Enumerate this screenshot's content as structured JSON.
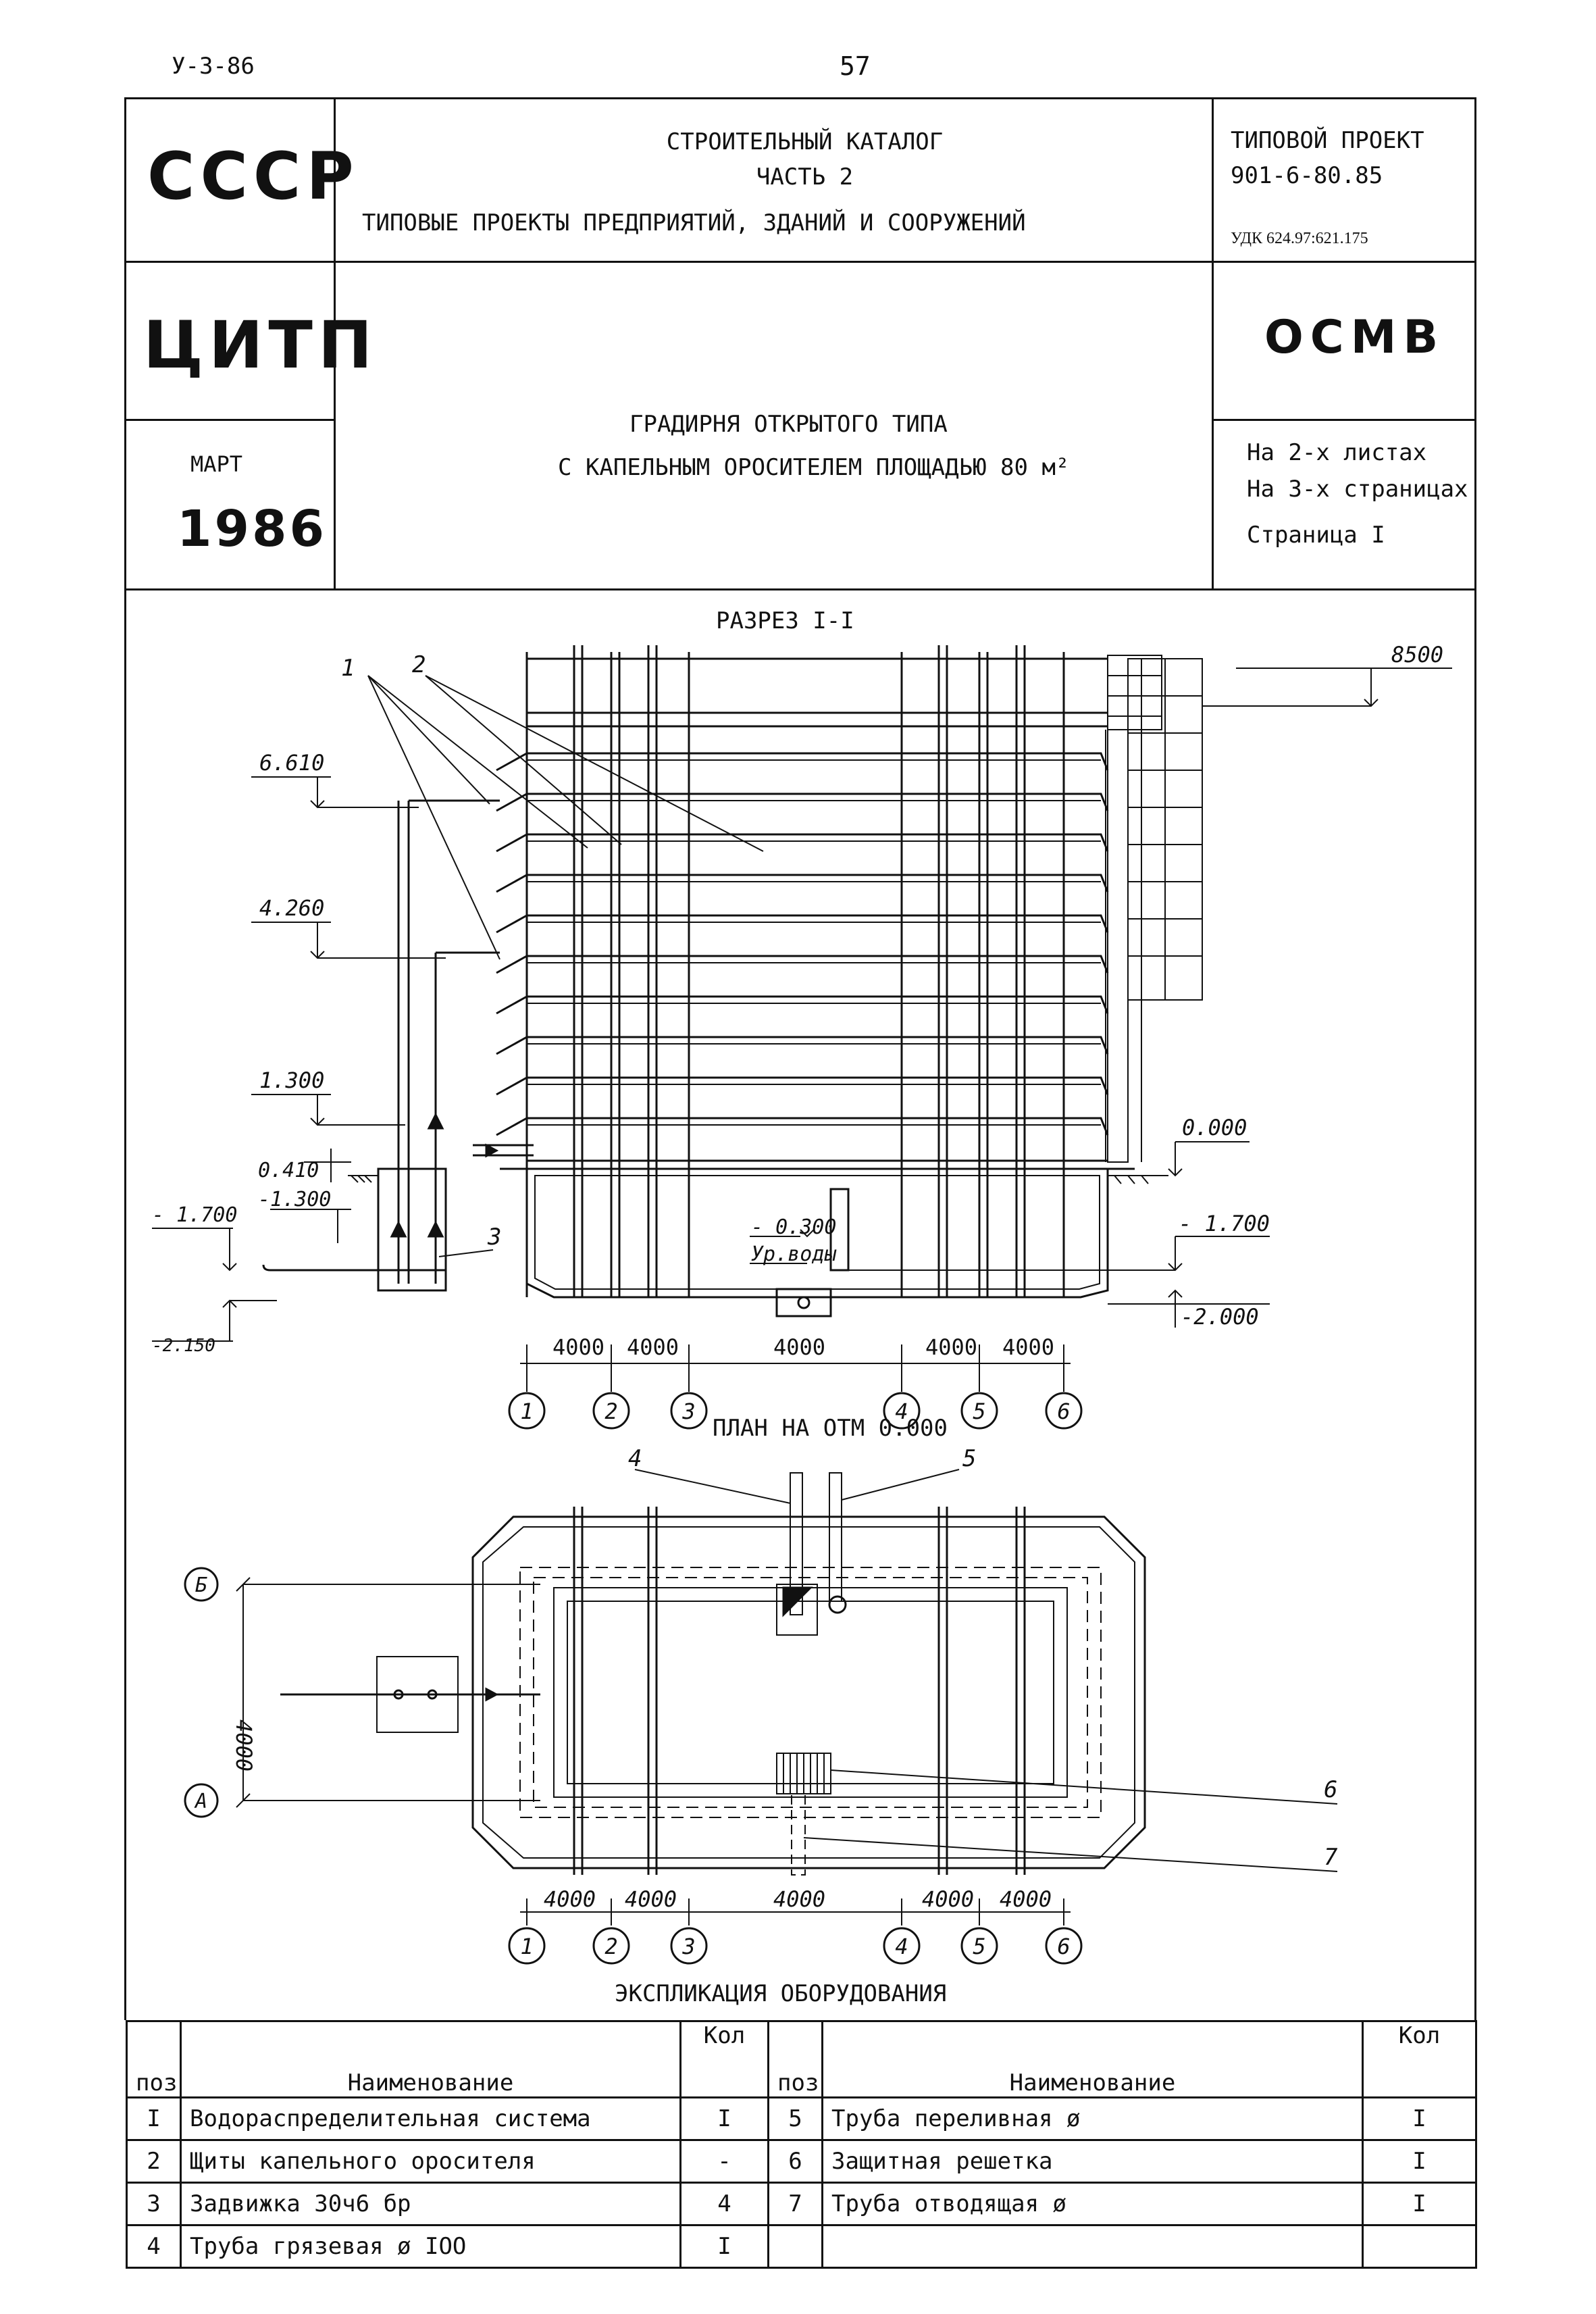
{
  "header": {
    "left_code": "У-3-86",
    "page_number": "57"
  },
  "title_block": {
    "org1": "СССР",
    "catalog_line1": "СТРОИТЕЛЬНЫЙ КАТАЛОГ",
    "catalog_line2": "ЧАСТЬ 2",
    "catalog_line3": "ТИПОВЫЕ ПРОЕКТЫ ПРЕДПРИЯТИЙ, ЗДАНИЙ И СООРУЖЕНИЙ",
    "project_label": "ТИПОВОЙ ПРОЕКТ",
    "project_number": "901-6-80.85",
    "udk": "УДК 624.97:621.175",
    "org2": "ЦИТП",
    "code": "ОСМВ",
    "month": "МАРТ",
    "year": "1986",
    "name_line1": "ГРАДИРНЯ ОТКРЫТОГО ТИПА",
    "name_line2": "С КАПЕЛЬНЫМ ОРОСИТЕЛЕМ ПЛОЩАДЬЮ 80 м²",
    "sheets": "На 2-х листах",
    "pages": "На 3-х страницах",
    "page": "Страница I"
  },
  "section": {
    "title": "РАЗРЕЗ I-I",
    "elev_top": "8500",
    "elev_6610": "6.610",
    "elev_4260": "4.260",
    "elev_1300": "1.300",
    "elev_0410": "0.410",
    "elev_m1300": "-1.300",
    "elev_m1700_left": "- 1.700",
    "elev_m2150": "-2.150",
    "elev_0000": "0.000",
    "elev_m1700_right": "- 1.700",
    "elev_m2000": "-2.000",
    "water_level_value": "- 0.300",
    "water_level_label": "Ур.воды",
    "callouts": [
      "1",
      "2",
      "3"
    ],
    "spans": [
      "4000",
      "4000",
      "4000",
      "4000",
      "4000"
    ],
    "axes": [
      "1",
      "2",
      "3",
      "4",
      "5",
      "6"
    ]
  },
  "plan": {
    "title": "ПЛАН НА ОТМ   0.000",
    "callouts": [
      "4",
      "5",
      "6",
      "7"
    ],
    "axis_b": "Б",
    "axis_a": "А",
    "dim_vertical": "4000",
    "spans": [
      "4000",
      "4000",
      "4000",
      "4000",
      "4000"
    ],
    "axes": [
      "1",
      "2",
      "3",
      "4",
      "5",
      "6"
    ]
  },
  "equipment": {
    "title": "ЭКСПЛИКАЦИЯ  ОБОРУДОВАНИЯ",
    "headers": {
      "pos": "поз",
      "name": "Наименование",
      "qty": "Кол"
    },
    "left": [
      {
        "pos": "I",
        "name": "Водораспределительная система",
        "qty": "I"
      },
      {
        "pos": "2",
        "name": "Щиты капельного оросителя",
        "qty": "-"
      },
      {
        "pos": "3",
        "name": "Задвижка 30ч6 бр",
        "qty": "4"
      },
      {
        "pos": "4",
        "name": "Труба грязевая ø IOO",
        "qty": "I"
      }
    ],
    "right": [
      {
        "pos": "5",
        "name": "Труба переливная ø",
        "qty": "I"
      },
      {
        "pos": "6",
        "name": "Защитная решетка",
        "qty": "I"
      },
      {
        "pos": "7",
        "name": "Труба отводящая ø",
        "qty": "I"
      },
      {
        "pos": "",
        "name": "",
        "qty": ""
      }
    ]
  }
}
